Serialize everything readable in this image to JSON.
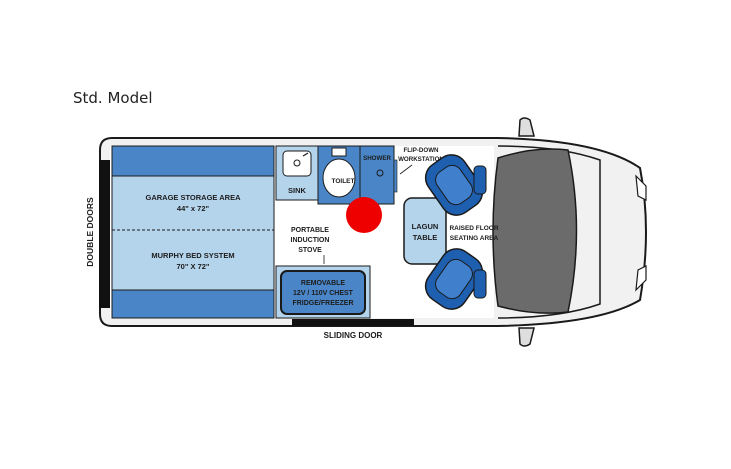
{
  "header": {
    "model_label": "Std. Model"
  },
  "floorplan": {
    "rear_label": "DOUBLE DOORS",
    "side_label": "SLIDING DOOR",
    "garage": {
      "title": "GARAGE STORAGE AREA",
      "dims": "44\" x 72\""
    },
    "bed": {
      "title": "MURPHY BED SYSTEM",
      "dims": "70\" X 72\""
    },
    "sink": "SINK",
    "toilet": "TOILET",
    "shower": "SHOWER",
    "workstation": [
      "FLIP-DOWN",
      "WORKSTATION"
    ],
    "stove": [
      "PORTABLE",
      "INDUCTION",
      "STOVE"
    ],
    "fridge": [
      "REMOVABLE",
      "12V / 110V CHEST",
      "FRIDGE/FREEZER"
    ],
    "table": [
      "LAGUN",
      "TABLE"
    ],
    "seating": [
      "RAISED FLOOR",
      "SEATING AREA"
    ],
    "colors": {
      "cabinet_blue": "#4a86c7",
      "light_blue": "#b4d4ec",
      "seat_blue": "#1f5fb0",
      "outline": "#1a1a1a",
      "marker_red": "#ee0000",
      "windshield": "#6b6b6b"
    }
  }
}
